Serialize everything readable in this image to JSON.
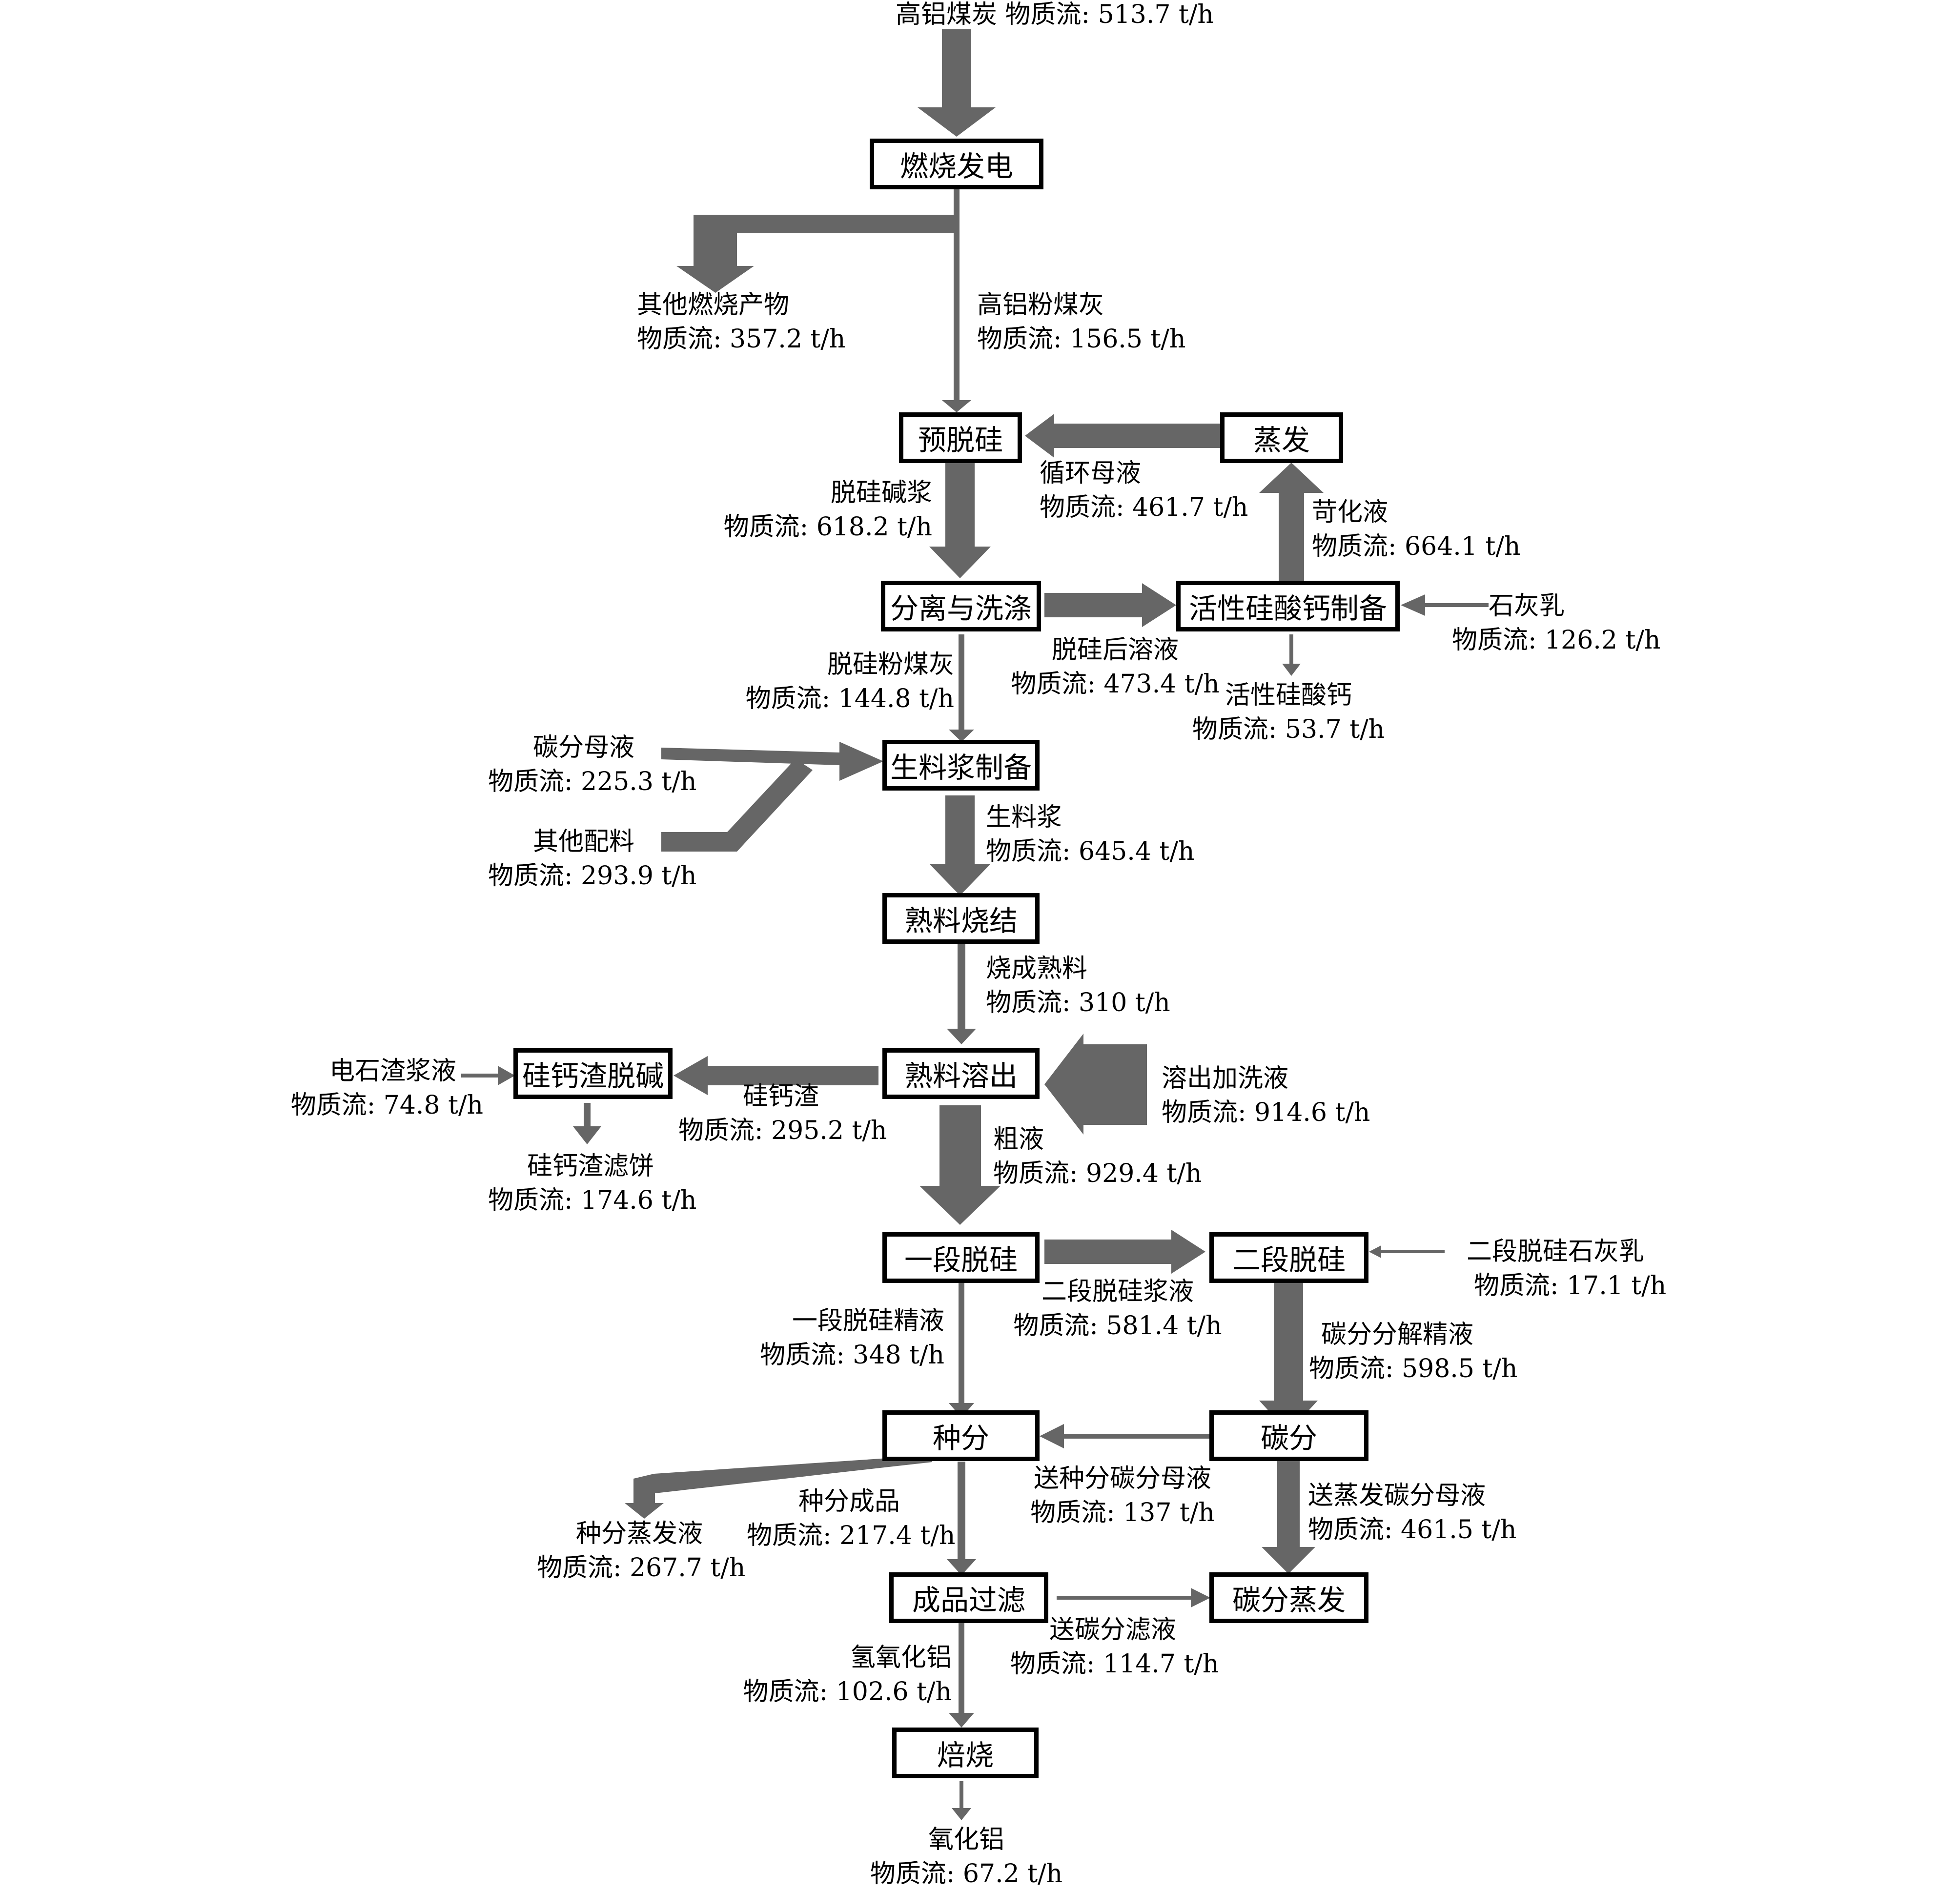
{
  "nodes": {
    "combustion": "燃烧发电",
    "predesilication": "预脱硅",
    "evaporation": "蒸发",
    "separation_washing": "分离与洗涤",
    "active_calcium_silicate_prep": "活性硅酸钙制备",
    "raw_slurry_prep": "生料浆制备",
    "clinker_sintering": "熟料烧结",
    "silicon_calcium_residue_dealkali": "硅钙渣脱碱",
    "clinker_leaching": "熟料溶出",
    "stage1_desilication": "一段脱硅",
    "stage2_desilication": "二段脱硅",
    "seed_precipitation": "种分",
    "carbonation": "碳分",
    "product_filtration": "成品过滤",
    "carbonation_evaporation": "碳分蒸发",
    "calcination": "焙烧"
  },
  "flows": {
    "coal_in": {
      "label": "高铝煤炭 物质流: 513.7 t/h",
      "value": 513.7
    },
    "other_combustion": {
      "name": "其他燃烧产物",
      "flow": "物质流: 357.2 t/h",
      "value": 357.2
    },
    "fly_ash": {
      "name": "高铝粉煤灰",
      "flow": "物质流: 156.5 t/h",
      "value": 156.5
    },
    "recycle_mother_liquor": {
      "name": "循环母液",
      "flow": "物质流: 461.7 t/h",
      "value": 461.7
    },
    "desilicated_alkali_slurry": {
      "name": "脱硅碱浆",
      "flow": "物质流: 618.2 t/h",
      "value": 618.2
    },
    "causticized_liquor": {
      "name": "苛化液",
      "flow": "物质流: 664.1 t/h",
      "value": 664.1
    },
    "lime_milk": {
      "name": "石灰乳",
      "flow": "物质流: 126.2 t/h",
      "value": 126.2
    },
    "desilicated_fly_ash": {
      "name": "脱硅粉煤灰",
      "flow": "物质流: 144.8 t/h",
      "value": 144.8
    },
    "post_desilication_solution": {
      "name": "脱硅后溶液",
      "flow": "物质流: 473.4 t/h",
      "value": 473.4
    },
    "active_calcium_silicate": {
      "name": "活性硅酸钙",
      "flow": "物质流: 53.7 t/h",
      "value": 53.7
    },
    "carbonation_mother_liquor": {
      "name": "碳分母液",
      "flow": "物质流: 225.3 t/h",
      "value": 225.3
    },
    "other_ingredients": {
      "name": "其他配料",
      "flow": "物质流: 293.9 t/h",
      "value": 293.9
    },
    "raw_slurry": {
      "name": "生料浆",
      "flow": "物质流: 645.4 t/h",
      "value": 645.4
    },
    "sintered_clinker": {
      "name": "烧成熟料",
      "flow": "物质流: 310 t/h",
      "value": 310
    },
    "carbide_slag_slurry": {
      "name": "电石渣浆液",
      "flow": "物质流: 74.8 t/h",
      "value": 74.8
    },
    "silicon_calcium_residue": {
      "name": "硅钙渣",
      "flow": "物质流: 295.2 t/h",
      "value": 295.2
    },
    "leaching_wash_liquor": {
      "name": "溶出加洗液",
      "flow": "物质流: 914.6 t/h",
      "value": 914.6
    },
    "residue_filter_cake": {
      "name": "硅钙渣滤饼",
      "flow": "物质流: 174.6 t/h",
      "value": 174.6
    },
    "crude_liquor": {
      "name": "粗液",
      "flow": "物质流: 929.4 t/h",
      "value": 929.4
    },
    "stage2_lime_milk": {
      "name": "二段脱硅石灰乳",
      "flow": "物质流: 17.1 t/h",
      "value": 17.1
    },
    "stage2_slurry": {
      "name": "二段脱硅浆液",
      "flow": "物质流: 581.4 t/h",
      "value": 581.4
    },
    "stage1_refined_liquor": {
      "name": "一段脱硅精液",
      "flow": "物质流: 348 t/h",
      "value": 348
    },
    "carbonation_refined_liquor": {
      "name": "碳分分解精液",
      "flow": "物质流: 598.5 t/h",
      "value": 598.5
    },
    "to_seed_carbonation_mother": {
      "name": "送种分碳分母液",
      "flow": "物质流: 137 t/h",
      "value": 137
    },
    "seed_evaporation_liquor": {
      "name": "种分蒸发液",
      "flow": "物质流: 267.7 t/h",
      "value": 267.7
    },
    "seed_product": {
      "name": "种分成品",
      "flow": "物质流: 217.4 t/h",
      "value": 217.4
    },
    "to_evaporation_carbonation_mother": {
      "name": "送蒸发碳分母液",
      "flow": "物质流: 461.5 t/h",
      "value": 461.5
    },
    "to_carbonation_filtrate": {
      "name": "送碳分滤液",
      "flow": "物质流: 114.7 t/h",
      "value": 114.7
    },
    "aluminum_hydroxide": {
      "name": "氢氧化铝",
      "flow": "物质流: 102.6 t/h",
      "value": 102.6
    },
    "alumina": {
      "name": "氧化铝",
      "flow": "物质流: 67.2 t/h",
      "value": 67.2
    }
  }
}
